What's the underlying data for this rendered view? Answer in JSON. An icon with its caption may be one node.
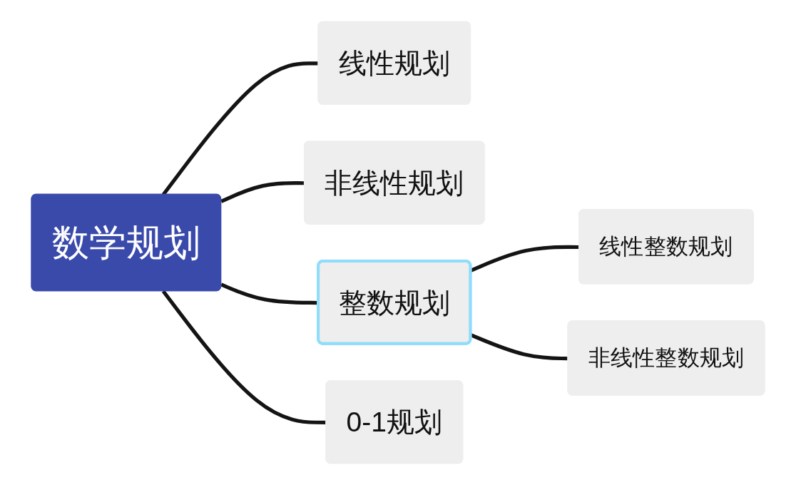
{
  "diagram": {
    "nodes": [
      {
        "text": [
          "数学规划"
        ]
      },
      {
        "text": [
          "线性规划"
        ]
      },
      {
        "text": [
          "非线性规划"
        ]
      },
      {
        "text": [
          "整数规划"
        ]
      },
      {
        "text": [
          "线性整数规划"
        ]
      },
      {
        "text": [
          "非线性整数规划"
        ]
      },
      {
        "text": [
          "0-1规划"
        ]
      }
    ],
    "edges": [
      {
        "from": 0,
        "to": 1,
        "arrow": "none"
      },
      {
        "from": 0,
        "to": 2,
        "arrow": "none"
      },
      {
        "from": 0,
        "to": 3,
        "arrow": "none"
      },
      {
        "from": 3,
        "to": 4,
        "arrow": "none"
      },
      {
        "from": 3,
        "to": 5,
        "arrow": "none"
      },
      {
        "from": 0,
        "to": 6,
        "arrow": "none"
      }
    ]
  }
}
